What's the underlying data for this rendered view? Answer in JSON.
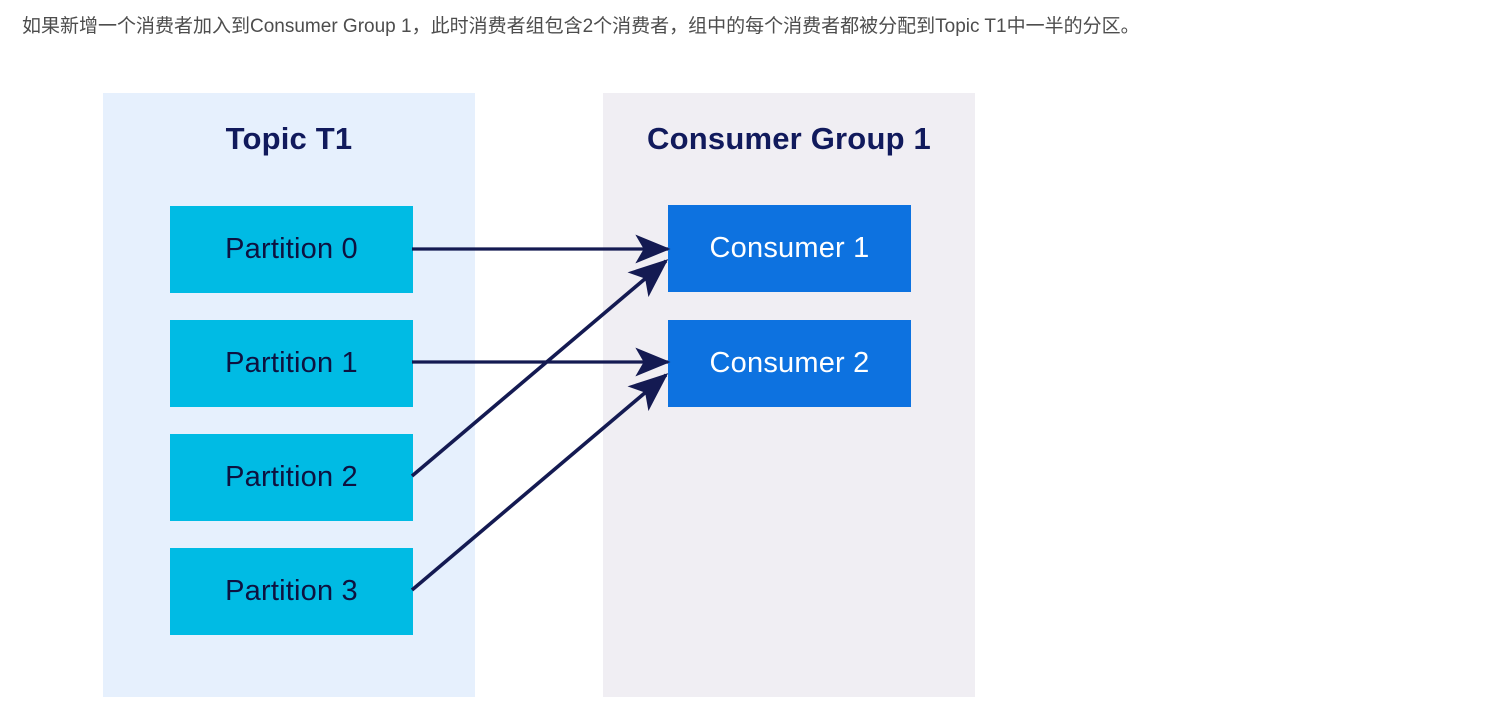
{
  "caption": {
    "text": "如果新增一个消费者加入到Consumer Group 1，此时消费者组包含2个消费者，组中的每个消费者都被分配到Topic T1中一半的分区。",
    "color": "#4d4d4d"
  },
  "diagram": {
    "type": "flow-diagram",
    "colors": {
      "topic_panel_bg": "#e6f0fd",
      "group_panel_bg": "#f0eef3",
      "partition_fill": "#00bbe4",
      "partition_text": "#0d1240",
      "consumer_fill": "#0d72e0",
      "consumer_text": "#ffffff",
      "title_text": "#111a5c",
      "arrow": "#141a52"
    },
    "topic_panel": {
      "title": "Topic T1",
      "partitions": [
        {
          "label": "Partition 0"
        },
        {
          "label": "Partition 1"
        },
        {
          "label": "Partition 2"
        },
        {
          "label": "Partition 3"
        }
      ]
    },
    "group_panel": {
      "title": "Consumer Group 1",
      "consumers": [
        {
          "label": "Consumer 1"
        },
        {
          "label": "Consumer 2"
        }
      ]
    },
    "connections": [
      {
        "from": "Partition 0",
        "to": "Consumer 1"
      },
      {
        "from": "Partition 1",
        "to": "Consumer 2"
      },
      {
        "from": "Partition 2",
        "to": "Consumer 1"
      },
      {
        "from": "Partition 3",
        "to": "Consumer 2"
      }
    ]
  }
}
